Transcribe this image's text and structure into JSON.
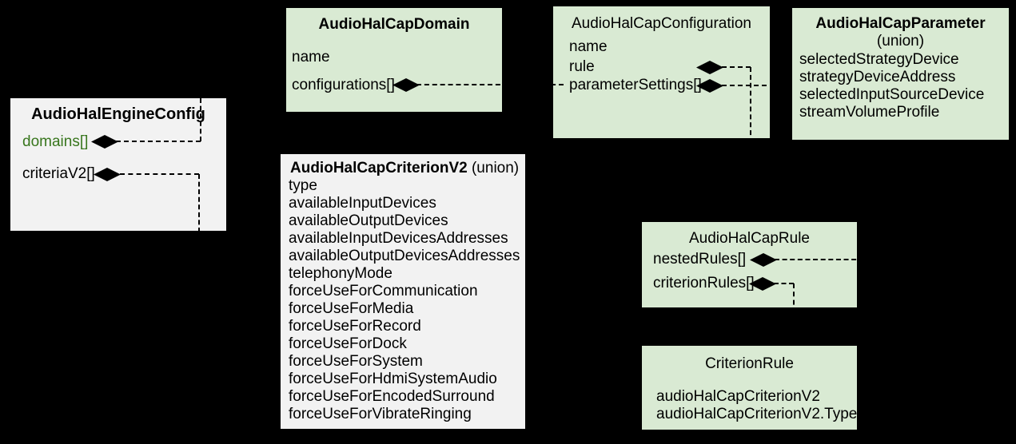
{
  "colors": {
    "background": "#000000",
    "box_green": "#d9ead3",
    "box_gray": "#f2f2f2",
    "field_green_text": "#38761d",
    "text": "#000000",
    "connector": "#000000"
  },
  "boxes": {
    "engineConfig": {
      "title": "AudioHalEngineConfig",
      "fields": [
        "domains[]",
        "criteriaV2[]"
      ]
    },
    "capDomain": {
      "title": "AudioHalCapDomain",
      "fields": [
        "name",
        "configurations[]"
      ]
    },
    "capConfiguration": {
      "title": "AudioHalCapConfiguration",
      "fields": [
        "name",
        "rule",
        "parameterSettings[]"
      ]
    },
    "capParameter": {
      "title": "AudioHalCapParameter",
      "subtitle": "(union)",
      "fields": [
        "selectedStrategyDevice",
        "strategyDeviceAddress",
        "selectedInputSourceDevice",
        "streamVolumeProfile"
      ]
    },
    "capCriterionV2": {
      "title": "AudioHalCapCriterionV2",
      "title_suffix": " (union)",
      "fields": [
        "type",
        "availableInputDevices",
        "availableOutputDevices",
        "availableInputDevicesAddresses",
        "availableOutputDevicesAddresses",
        "telephonyMode",
        "forceUseForCommunication",
        "forceUseForMedia",
        "forceUseForRecord",
        "forceUseForDock",
        "forceUseForSystem",
        "forceUseForHdmiSystemAudio",
        "forceUseForEncodedSurround",
        "forceUseForVibrateRinging"
      ]
    },
    "capRule": {
      "title": "AudioHalCapRule",
      "fields": [
        "nestedRules[]",
        "criterionRules[]"
      ]
    },
    "criterionRule": {
      "title": "CriterionRule",
      "fields": [
        "audioHalCapCriterionV2",
        "audioHalCapCriterionV2.Type"
      ]
    }
  }
}
